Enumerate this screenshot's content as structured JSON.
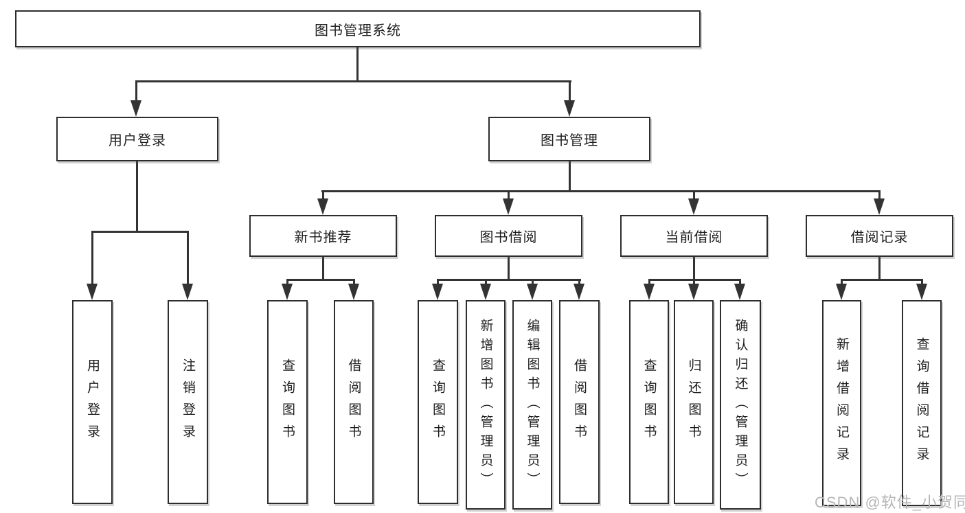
{
  "tree": {
    "root": "图书管理系统",
    "children": [
      {
        "label": "用户登录",
        "children": [
          "用户登录",
          "注销登录"
        ]
      },
      {
        "label": "图书管理",
        "children": [
          {
            "label": "新书推荐",
            "children": [
              "查询图书",
              "借阅图书"
            ]
          },
          {
            "label": "图书借阅",
            "children": [
              "查询图书",
              "新增图书（管理员）",
              "编辑图书（管理员）",
              "借阅图书"
            ]
          },
          {
            "label": "当前借阅",
            "children": [
              "查询图书",
              "归还图书",
              "确认归还（管理员）"
            ]
          },
          {
            "label": "借阅记录",
            "children": [
              "新增借阅记录",
              "查询借阅记录"
            ]
          }
        ]
      }
    ]
  },
  "watermark": {
    "text": "CSDN @软件_小贺同学"
  },
  "colors": {
    "line": "#333333",
    "box_border": "#2d2d2d",
    "box_background": "#ffffff",
    "text": "#1e1e1e",
    "watermark": "#b6b6b6",
    "page_background": "#ffffff"
  }
}
